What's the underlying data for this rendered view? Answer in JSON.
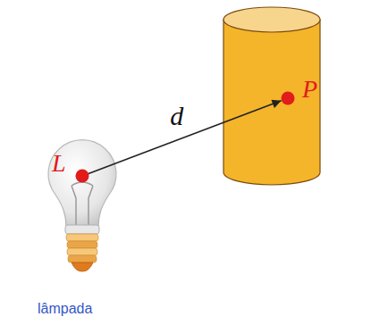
{
  "diagram": {
    "nodes": [
      {
        "text": [
          "L",
          "lâmpada"
        ]
      },
      {
        "text": [
          "P"
        ]
      }
    ],
    "edges": [
      {
        "from": 0,
        "to": 1,
        "arrow": "to",
        "label": "d"
      }
    ]
  }
}
